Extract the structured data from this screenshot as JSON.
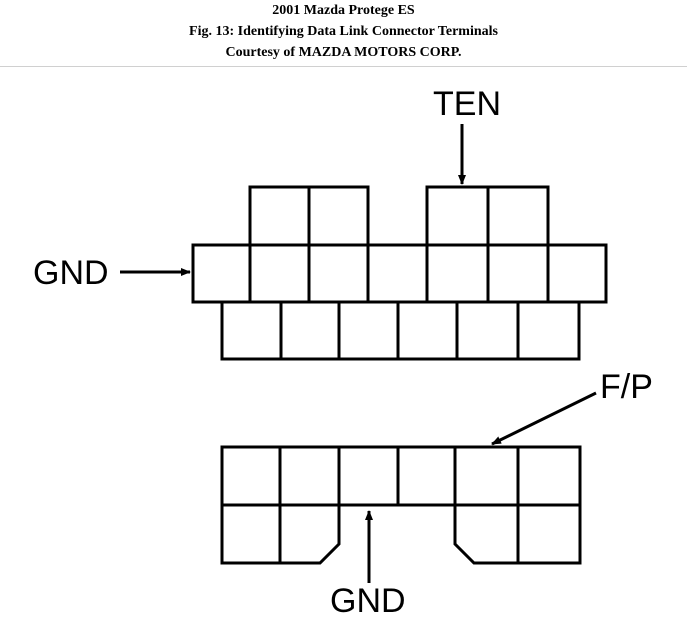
{
  "caption": {
    "line1": "2001 Mazda Protege ES",
    "line2": "Fig. 13: Identifying Data Link Connector Terminals",
    "line3": "Courtesy of MAZDA MOTORS CORP."
  },
  "diagram": {
    "label_ten": "TEN",
    "label_gnd_left": "GND",
    "label_fp": "F/P",
    "label_gnd_bottom": "GND"
  },
  "colors": {
    "ink": "#000000",
    "background": "#ffffff"
  }
}
